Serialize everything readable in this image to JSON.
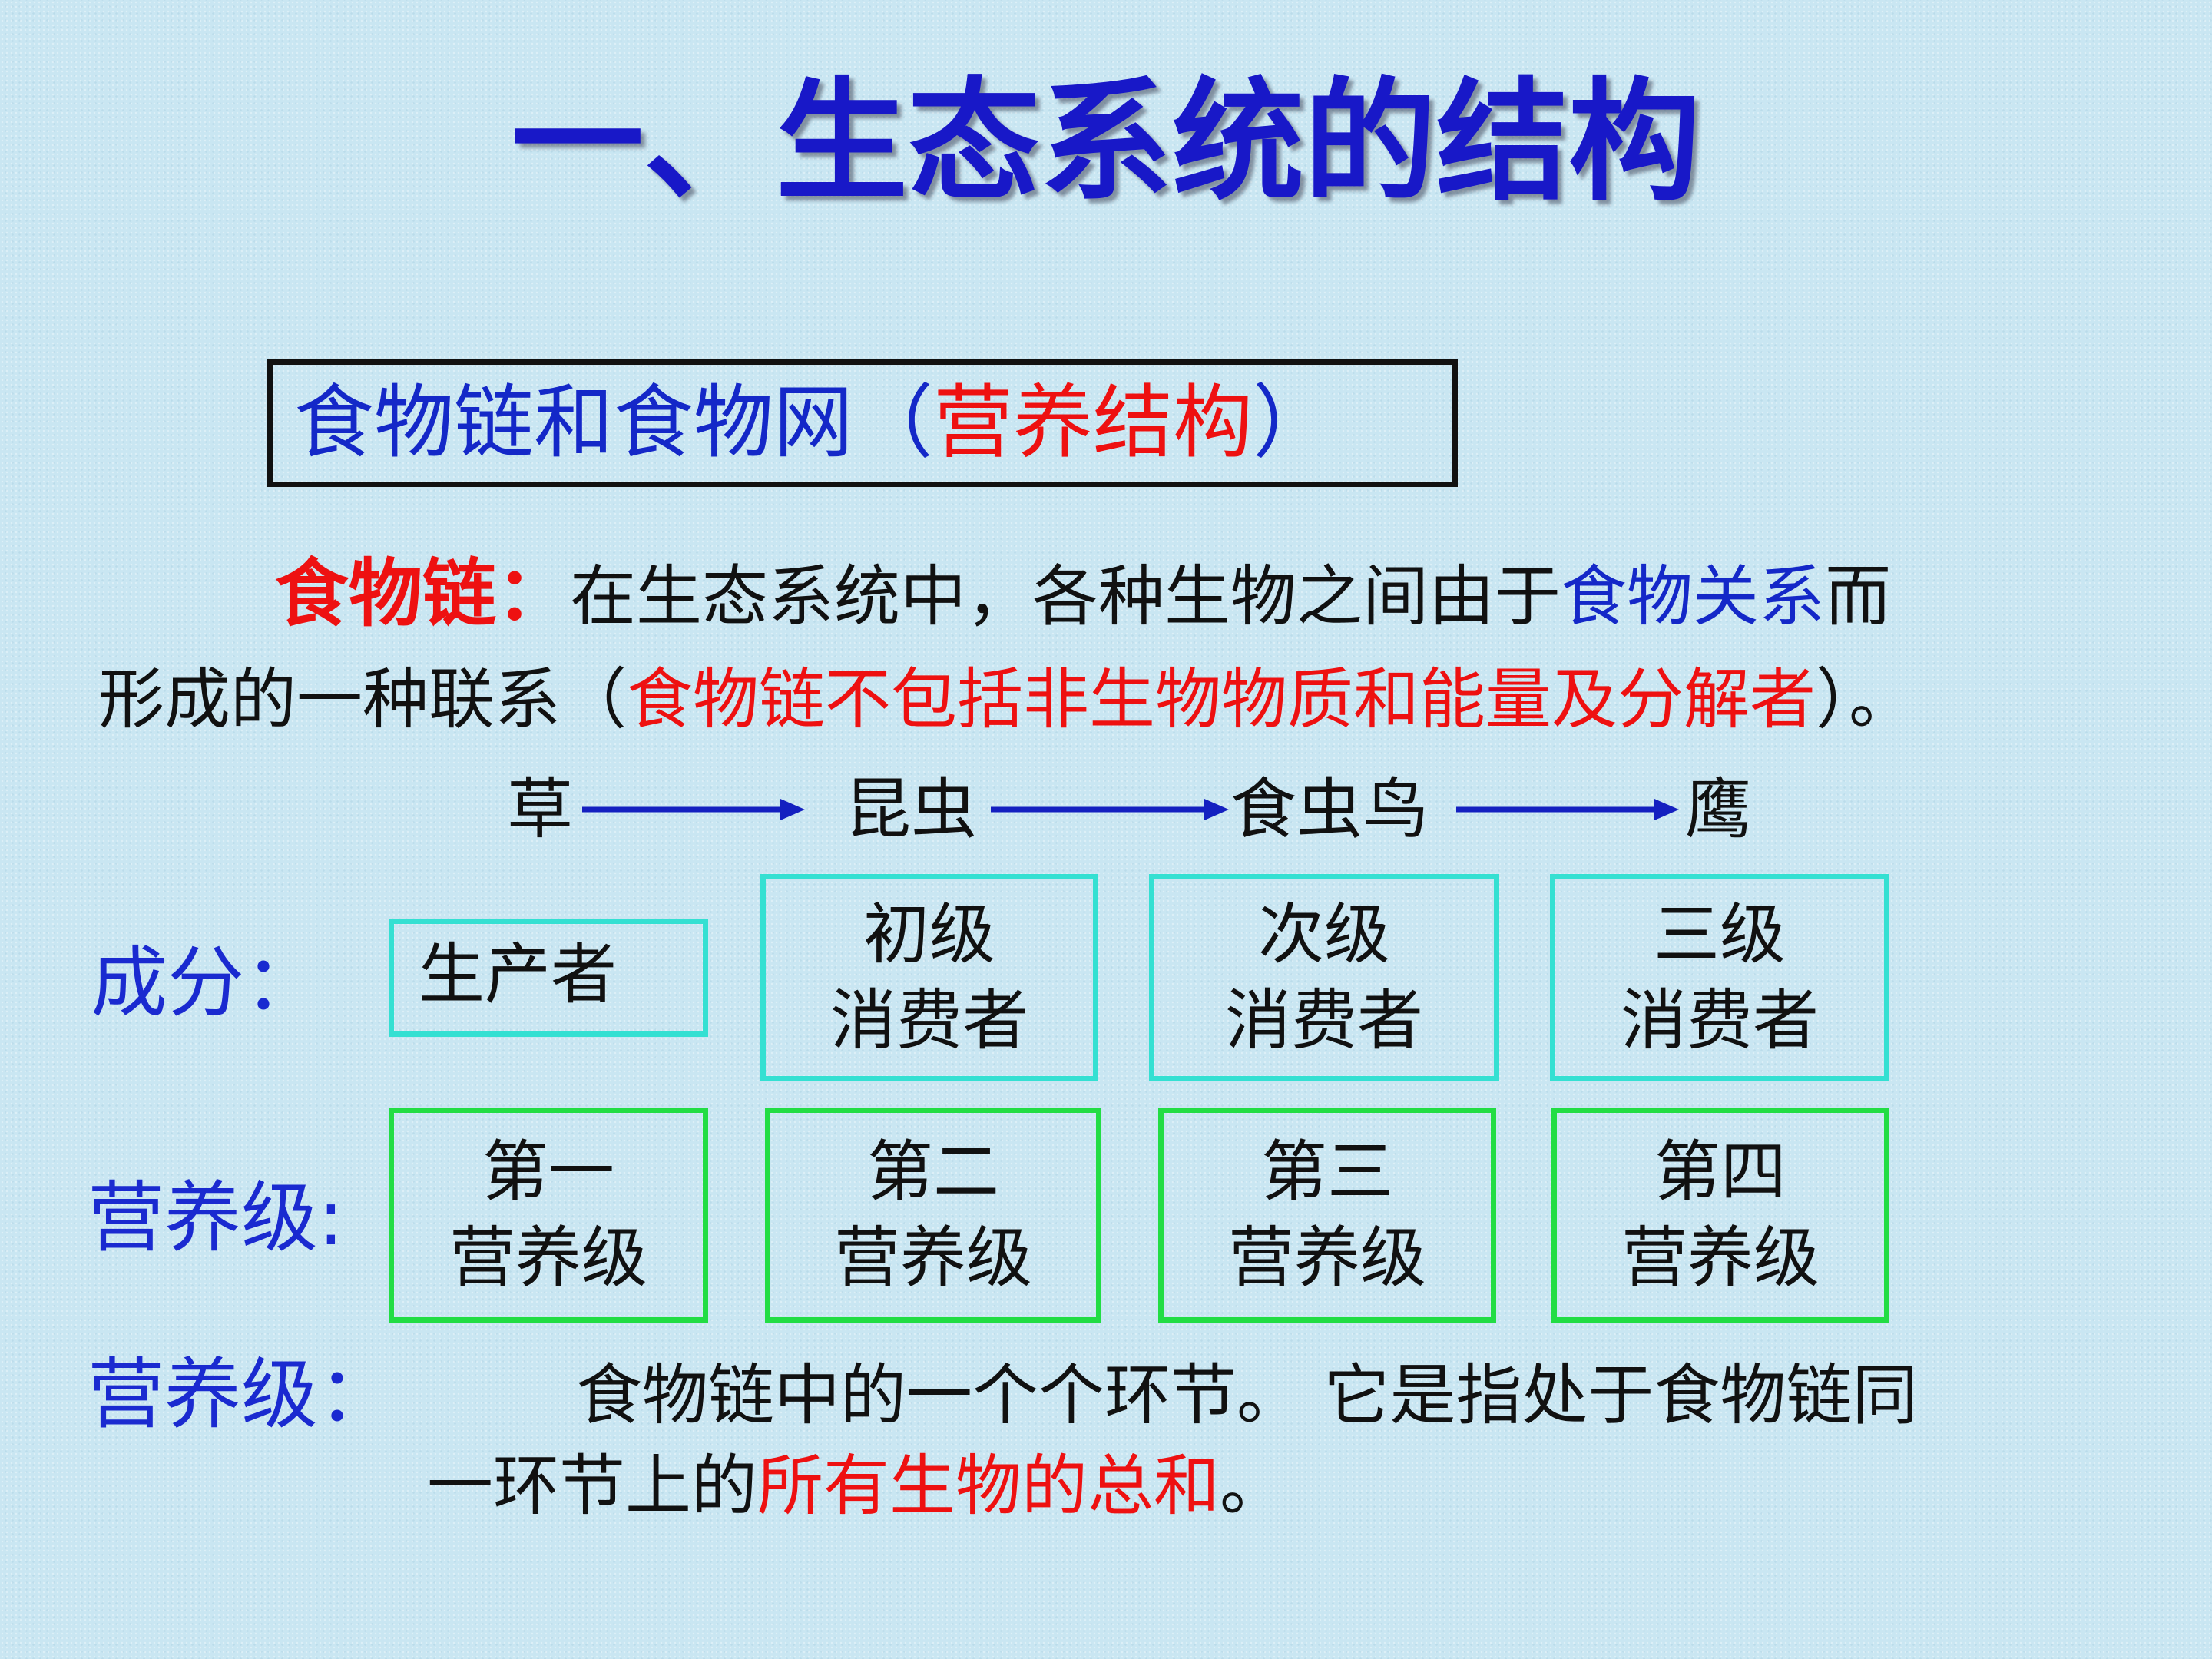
{
  "title": "一、生态系统的结构",
  "heading": {
    "prefix": "食物链和食物网（",
    "highlight": "营养结构",
    "suffix": "）"
  },
  "definition": {
    "term": "食物链：",
    "text1": "在生态系统中，各种生物之间由于",
    "highlight1": "食物关系",
    "text2": "而",
    "text3": "形成的一种联系（",
    "highlight2": "食物链不包括非生物物质和能量及分解者",
    "text4": "）。"
  },
  "chain": [
    "草",
    "昆虫",
    "食虫鸟",
    "鹰"
  ],
  "components": {
    "label": "成分：",
    "boxes": [
      {
        "line1": "生产者",
        "line2": ""
      },
      {
        "line1": "初级",
        "line2": "消费者"
      },
      {
        "line1": "次级",
        "line2": "消费者"
      },
      {
        "line1": "三级",
        "line2": "消费者"
      }
    ]
  },
  "trophic_levels": {
    "label": "营养级:",
    "boxes": [
      {
        "line1": "第一",
        "line2": "营养级"
      },
      {
        "line1": "第二",
        "line2": "营养级"
      },
      {
        "line1": "第三",
        "line2": "营养级"
      },
      {
        "line1": "第四",
        "line2": "营养级"
      }
    ]
  },
  "note": {
    "label": "营养级：",
    "text1": "食物链中的一个个环节。 它是指处于食物链同",
    "text2": "一环节上的",
    "highlight": "所有生物的总和",
    "text3": "。"
  },
  "colors": {
    "title": "#1818c8",
    "label_blue": "#1a2ad0",
    "highlight_red": "#ee1111",
    "arrow": "#1420c0",
    "box_cyan": "#34e0d2",
    "box_green": "#22dd44"
  }
}
